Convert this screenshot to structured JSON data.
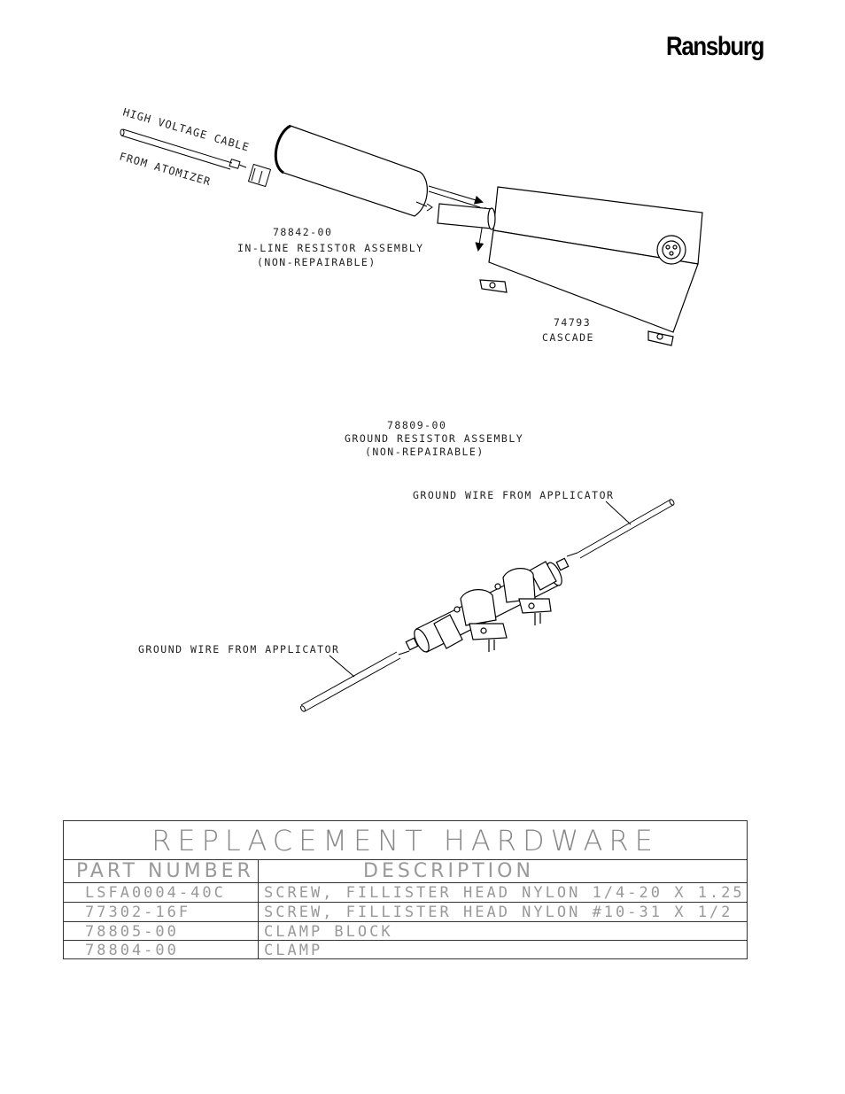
{
  "brand": "Ransburg",
  "upper_figure": {
    "cable_label_1": "HIGH VOLTAGE CABLE",
    "cable_label_2": "FROM ATOMIZER",
    "resistor_part": "78842-00",
    "resistor_name": "IN-LINE RESISTOR ASSEMBLY",
    "resistor_note": "(NON-REPAIRABLE)",
    "cascade_part": "74793",
    "cascade_name": "CASCADE"
  },
  "lower_figure": {
    "part": "78809-00",
    "name": "GROUND RESISTOR ASSEMBLY",
    "note": "(NON-REPAIRABLE)",
    "wire_label_top": "GROUND WIRE FROM APPLICATOR",
    "wire_label_bottom": "GROUND WIRE FROM APPLICATOR"
  },
  "table": {
    "title": "REPLACEMENT HARDWARE",
    "col_part": "PART NUMBER",
    "col_desc": "DESCRIPTION",
    "rows": [
      {
        "part": "LSFA0004-40C",
        "desc": "SCREW, FILLISTER HEAD  NYLON  1/4-20 X 1.25"
      },
      {
        "part": "77302-16F",
        "desc": "SCREW, FILLISTER HEAD  NYLON  #10-31 X 1/2"
      },
      {
        "part": "78805-00",
        "desc": "CLAMP BLOCK"
      },
      {
        "part": "78804-00",
        "desc": "CLAMP"
      }
    ]
  }
}
